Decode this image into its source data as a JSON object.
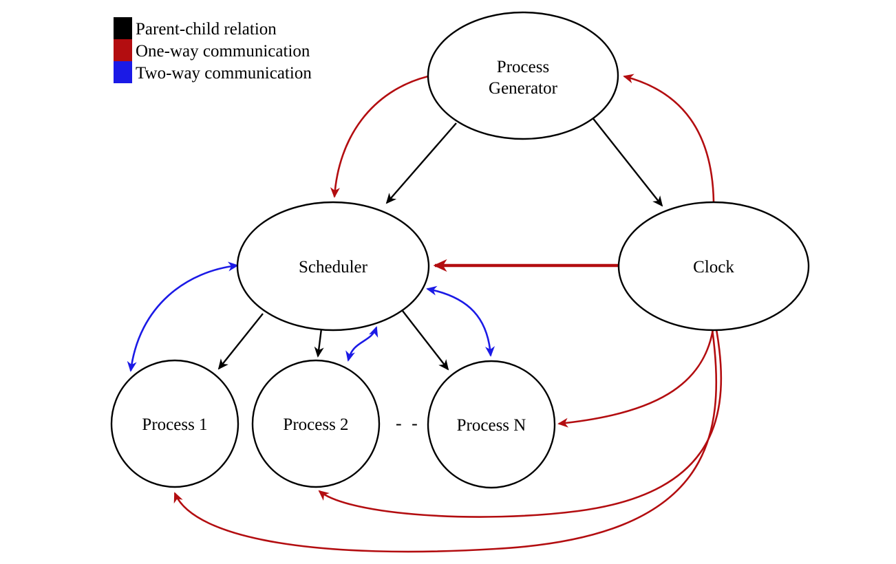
{
  "legend": {
    "items": [
      {
        "label": "Parent-child relation",
        "color": "#000000"
      },
      {
        "label": "One-way communication",
        "color": "#b30d10"
      },
      {
        "label": "Two-way communication",
        "color": "#1b1ae6"
      }
    ]
  },
  "nodes": {
    "process_generator": {
      "line1": "Process",
      "line2": "Generator"
    },
    "scheduler": {
      "label": "Scheduler"
    },
    "clock": {
      "label": "Clock"
    },
    "process1": {
      "label": "Process 1"
    },
    "process2": {
      "label": "Process 2"
    },
    "processN": {
      "label": "Process N"
    }
  },
  "ellipsis_label": "- -",
  "colors": {
    "parent_child": "#000000",
    "one_way": "#b30d10",
    "two_way": "#1b1ae6",
    "node_stroke": "#000000",
    "node_fill": "#ffffff",
    "background": "#ffffff"
  },
  "edges": [
    {
      "from": "Process Generator",
      "to": "Scheduler",
      "type": "parent-child"
    },
    {
      "from": "Process Generator",
      "to": "Clock",
      "type": "parent-child"
    },
    {
      "from": "Scheduler",
      "to": "Process 1",
      "type": "parent-child"
    },
    {
      "from": "Scheduler",
      "to": "Process 2",
      "type": "parent-child"
    },
    {
      "from": "Scheduler",
      "to": "Process N",
      "type": "parent-child"
    },
    {
      "from": "Process Generator",
      "to": "Scheduler",
      "type": "one-way"
    },
    {
      "from": "Clock",
      "to": "Process Generator",
      "type": "one-way"
    },
    {
      "from": "Clock",
      "to": "Scheduler",
      "type": "one-way"
    },
    {
      "from": "Clock",
      "to": "Process N",
      "type": "one-way"
    },
    {
      "from": "Clock",
      "to": "Process 2",
      "type": "one-way"
    },
    {
      "from": "Clock",
      "to": "Process 1",
      "type": "one-way"
    },
    {
      "from": "Scheduler",
      "to": "Process 1",
      "type": "two-way"
    },
    {
      "from": "Scheduler",
      "to": "Process 2",
      "type": "two-way"
    },
    {
      "from": "Scheduler",
      "to": "Process N",
      "type": "two-way"
    }
  ]
}
